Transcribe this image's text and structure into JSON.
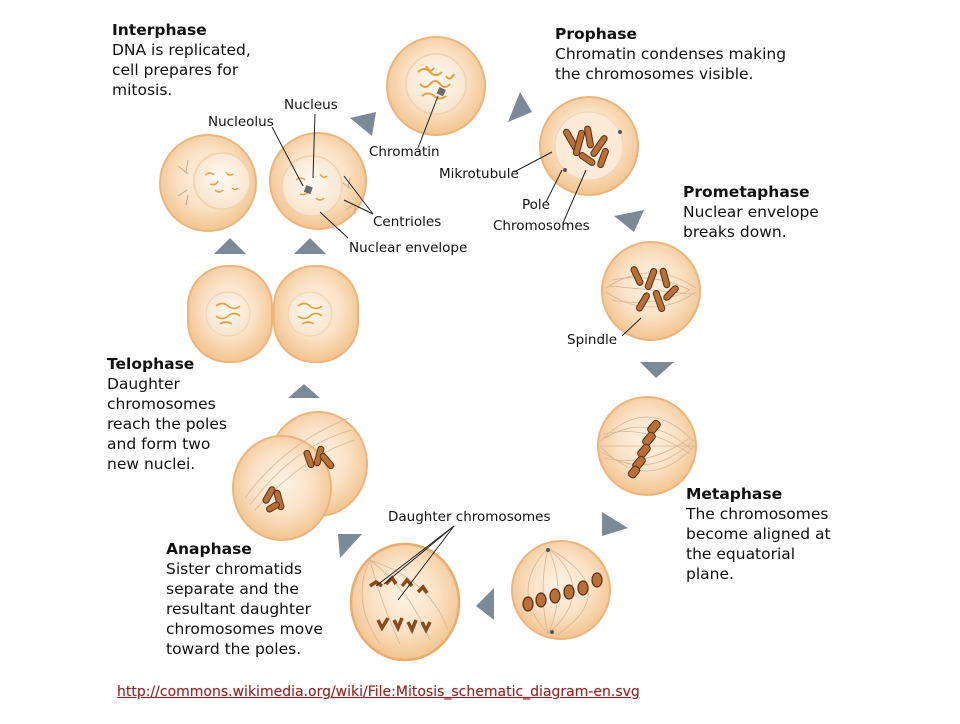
{
  "phases": {
    "interphase": {
      "title": "Interphase",
      "desc": [
        "DNA is replicated,",
        "cell prepares for",
        "mitosis."
      ]
    },
    "prophase": {
      "title": "Prophase",
      "desc": [
        "Chromatin condenses making",
        "the chromosomes visible."
      ]
    },
    "prometaphase": {
      "title": "Prometaphase",
      "desc": [
        "Nuclear envelope",
        "breaks down."
      ]
    },
    "metaphase": {
      "title": "Metaphase",
      "desc": [
        "The chromosomes",
        "become aligned at",
        "the equatorial",
        "plane."
      ]
    },
    "anaphase": {
      "title": "Anaphase",
      "desc": [
        "Sister chromatids",
        "separate and the",
        "resultant daughter",
        "chromosomes move",
        "toward the poles."
      ]
    },
    "telophase": {
      "title": "Telophase",
      "desc": [
        "Daughter",
        "chromosomes",
        "reach the poles",
        "and form two",
        "new nuclei."
      ]
    }
  },
  "labels": {
    "nucleus": "Nucleus",
    "nucleolus": "Nucleolus",
    "chromatin": "Chromatin",
    "mikrotubule": "Mikrotubule",
    "pole": "Pole",
    "chromosomes": "Chromosomes",
    "centrioles": "Centrioles",
    "nuclear_envelope": "Nuclear envelope",
    "spindle": "Spindle",
    "daughter_chromosomes": "Daughter chromosomes"
  },
  "source_link": "http://commons.wikimedia.org/wiki/File:Mitosis_schematic_diagram-en.svg",
  "colors": {
    "cell_fill": "#f7d3a6",
    "cell_edge": "#e8b27a",
    "nucleus_fill": "#fbe9d3",
    "chromosome": "#b8703a",
    "chromosome_edge": "#5a2e10",
    "arrow": "#7b8a96"
  }
}
